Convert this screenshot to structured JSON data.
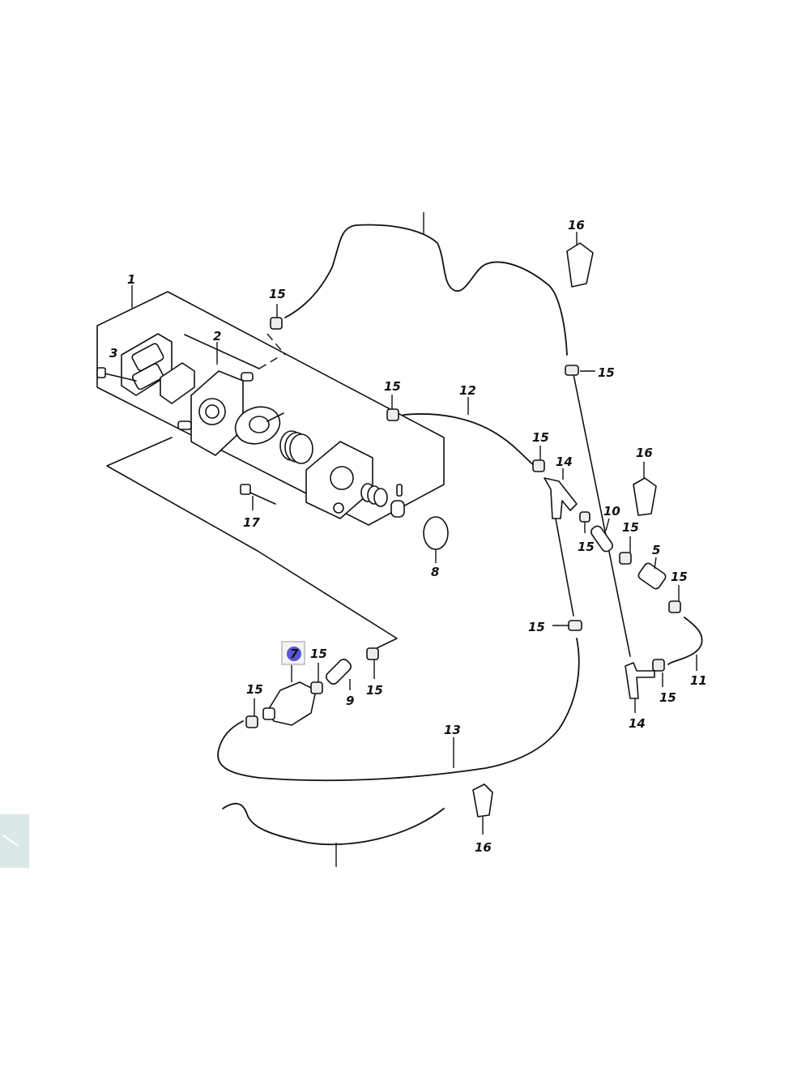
{
  "diagram": {
    "callouts": {
      "c1": "1",
      "c2": "2",
      "c3": "3",
      "c5": "5",
      "c7": "7",
      "c8": "8",
      "c9": "9",
      "c10": "10",
      "c11": "11",
      "c12": "12",
      "c13": "13",
      "c14a": "14",
      "c14b": "14",
      "c15a": "15",
      "c15b": "15",
      "c15c": "15",
      "c15d": "15",
      "c15e": "15",
      "c15f": "15",
      "c15g": "15",
      "c15h": "15",
      "c15i": "15",
      "c15j": "15",
      "c15k": "15",
      "c15l": "15",
      "c16a": "16",
      "c16b": "16",
      "c16c": "16",
      "c17": "17"
    },
    "selected_part": "7",
    "colors": {
      "line": "#111111",
      "selection_marker": "#5a55d8",
      "side_tab": "#d9e7e6"
    }
  }
}
